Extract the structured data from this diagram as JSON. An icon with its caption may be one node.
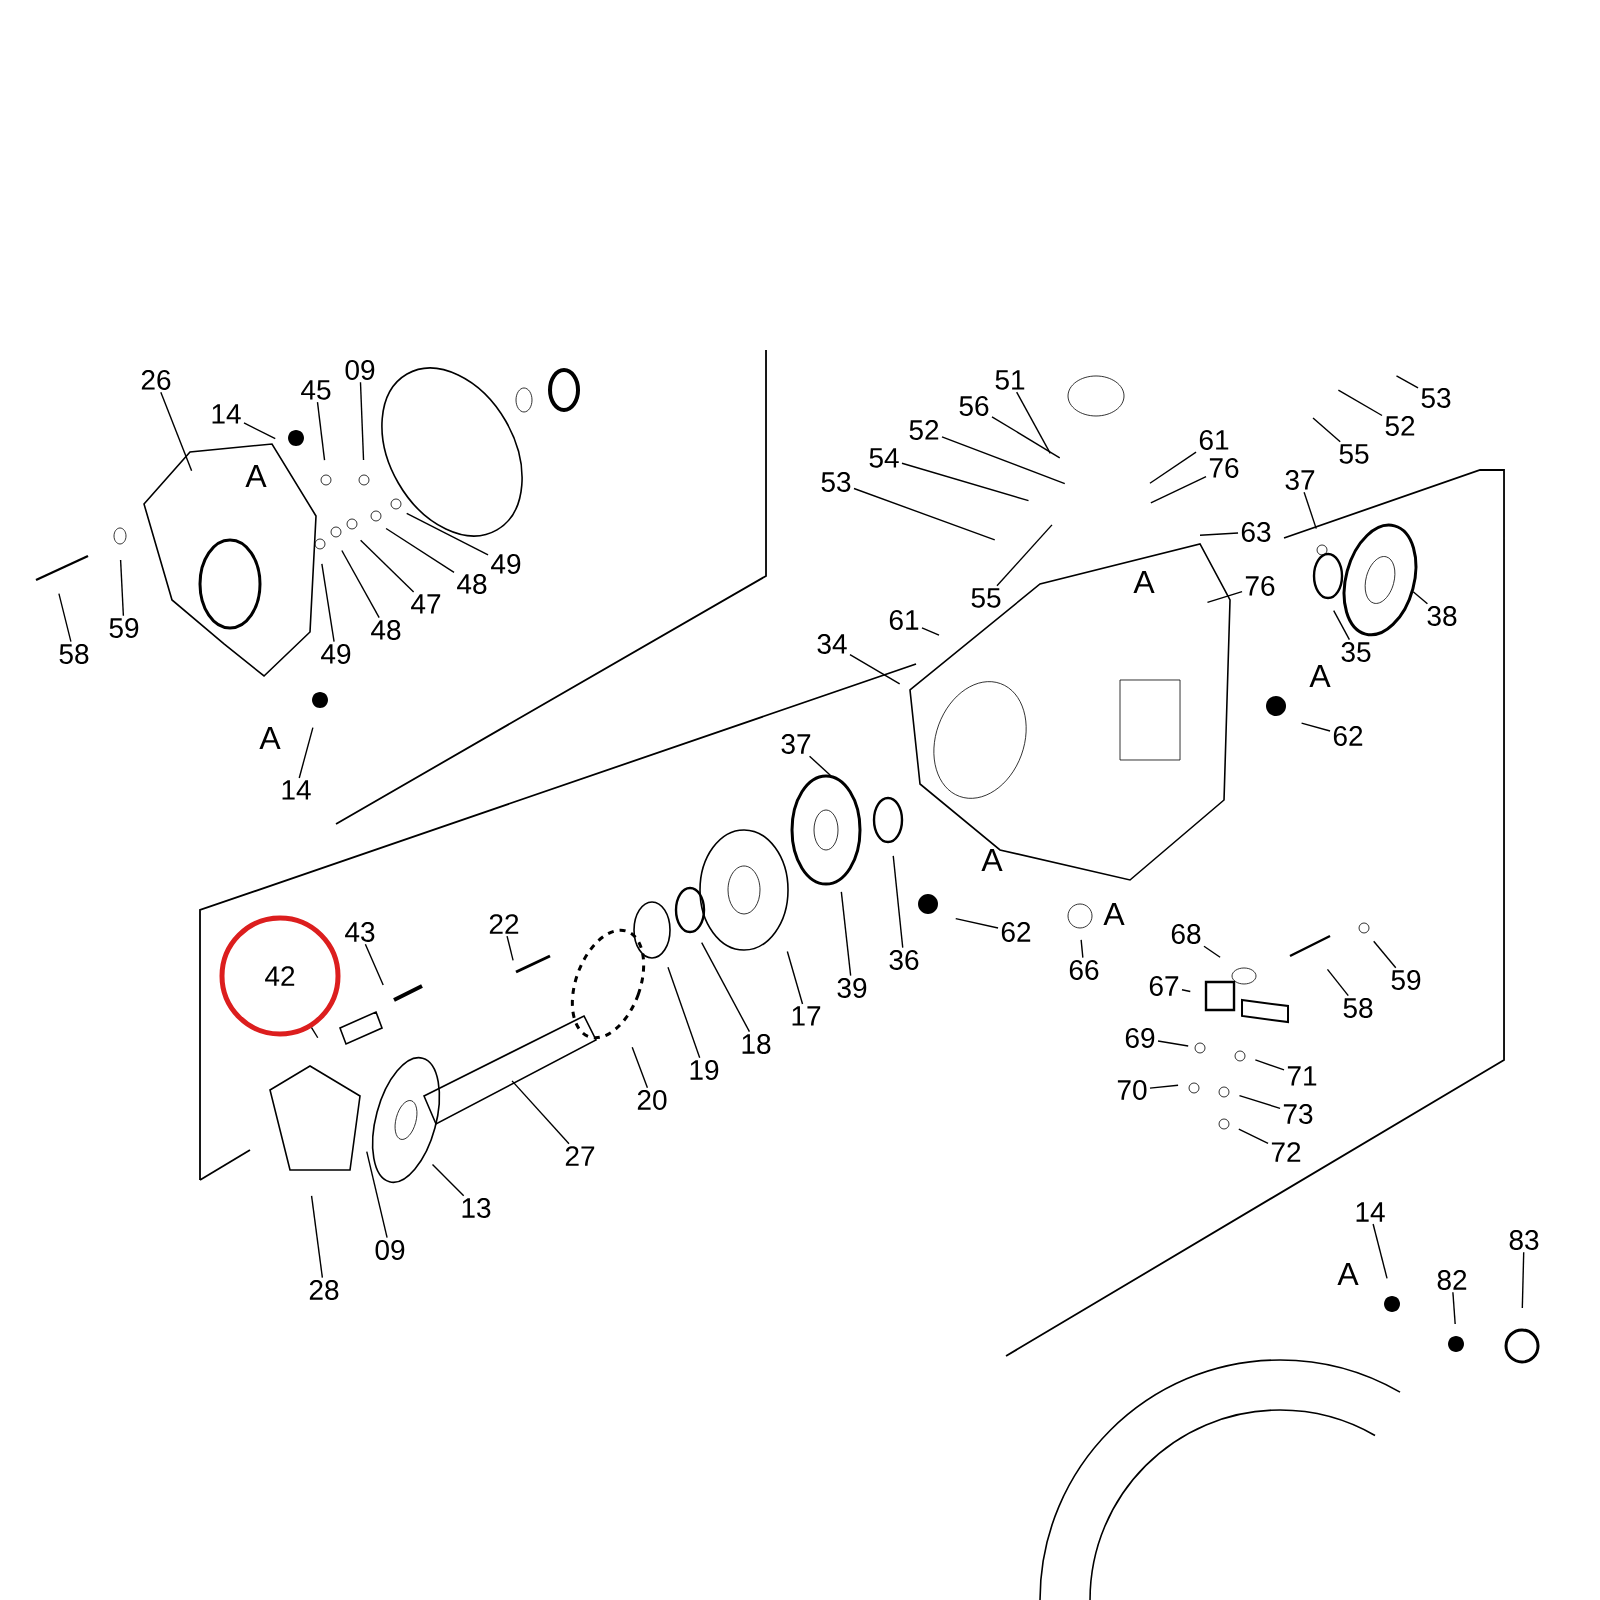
{
  "diagram": {
    "nodes": [
      {
        "text": [
          "26"
        ]
      },
      {
        "text": [
          "14"
        ]
      },
      {
        "text": [
          "45"
        ]
      },
      {
        "text": [
          "09"
        ]
      },
      {
        "text": [
          "58"
        ]
      },
      {
        "text": [
          "59"
        ]
      },
      {
        "text": [
          "49"
        ]
      },
      {
        "text": [
          "48"
        ]
      },
      {
        "text": [
          "47"
        ]
      },
      {
        "text": [
          "48"
        ]
      },
      {
        "text": [
          "49"
        ]
      },
      {
        "text": [
          "14"
        ]
      },
      {
        "text": [
          "53"
        ]
      },
      {
        "text": [
          "51"
        ]
      },
      {
        "text": [
          "56"
        ]
      },
      {
        "text": [
          "52"
        ]
      },
      {
        "text": [
          "52"
        ]
      },
      {
        "text": [
          "61"
        ]
      },
      {
        "text": [
          "55"
        ]
      },
      {
        "text": [
          "54"
        ]
      },
      {
        "text": [
          "53"
        ]
      },
      {
        "text": [
          "37"
        ]
      },
      {
        "text": [
          "76"
        ]
      },
      {
        "text": [
          "63"
        ]
      },
      {
        "text": [
          "55"
        ]
      },
      {
        "text": [
          "76"
        ]
      },
      {
        "text": [
          "38"
        ]
      },
      {
        "text": [
          "61"
        ]
      },
      {
        "text": [
          "34"
        ]
      },
      {
        "text": [
          "35"
        ]
      },
      {
        "text": [
          "62"
        ]
      },
      {
        "text": [
          "37"
        ]
      },
      {
        "text": [
          "22"
        ]
      },
      {
        "text": [
          "62"
        ]
      },
      {
        "text": [
          "68"
        ]
      },
      {
        "text": [
          "43"
        ]
      },
      {
        "text": [
          "39"
        ]
      },
      {
        "text": [
          "36"
        ]
      },
      {
        "text": [
          "66"
        ]
      },
      {
        "text": [
          "42"
        ]
      },
      {
        "text": [
          "67"
        ]
      },
      {
        "text": [
          "59"
        ]
      },
      {
        "text": [
          "58"
        ]
      },
      {
        "text": [
          "17"
        ]
      },
      {
        "text": [
          "69"
        ]
      },
      {
        "text": [
          "18"
        ]
      },
      {
        "text": [
          "19"
        ]
      },
      {
        "text": [
          "71"
        ]
      },
      {
        "text": [
          "70"
        ]
      },
      {
        "text": [
          "20"
        ]
      },
      {
        "text": [
          "73"
        ]
      },
      {
        "text": [
          "72"
        ]
      },
      {
        "text": [
          "27"
        ]
      },
      {
        "text": [
          "13"
        ]
      },
      {
        "text": [
          "14"
        ]
      },
      {
        "text": [
          "09"
        ]
      },
      {
        "text": [
          "83"
        ]
      },
      {
        "text": [
          "82"
        ]
      },
      {
        "text": [
          "28"
        ]
      }
    ],
    "edges": [
      {
        "from": 0,
        "to": null,
        "arrow": "none"
      },
      {
        "from": 1,
        "to": null,
        "arrow": "none"
      },
      {
        "from": 2,
        "to": null,
        "arrow": "none"
      },
      {
        "from": 3,
        "to": null,
        "arrow": "none"
      },
      {
        "from": 4,
        "to": null,
        "arrow": "none"
      },
      {
        "from": 5,
        "to": null,
        "arrow": "none"
      },
      {
        "from": 6,
        "to": null,
        "arrow": "none"
      },
      {
        "from": 7,
        "to": null,
        "arrow": "none"
      },
      {
        "from": 8,
        "to": null,
        "arrow": "none"
      },
      {
        "from": 9,
        "to": null,
        "arrow": "none"
      },
      {
        "from": 10,
        "to": null,
        "arrow": "none"
      },
      {
        "from": 11,
        "to": null,
        "arrow": "none"
      },
      {
        "from": 12,
        "to": null,
        "arrow": "none"
      },
      {
        "from": 13,
        "to": null,
        "arrow": "none"
      },
      {
        "from": 14,
        "to": null,
        "arrow": "none"
      },
      {
        "from": 15,
        "to": null,
        "arrow": "none"
      },
      {
        "from": 16,
        "to": null,
        "arrow": "none"
      },
      {
        "from": 17,
        "to": null,
        "arrow": "none"
      },
      {
        "from": 18,
        "to": null,
        "arrow": "none"
      },
      {
        "from": 19,
        "to": null,
        "arrow": "none"
      },
      {
        "from": 20,
        "to": null,
        "arrow": "none"
      },
      {
        "from": 21,
        "to": null,
        "arrow": "none"
      },
      {
        "from": 22,
        "to": null,
        "arrow": "none"
      },
      {
        "from": 23,
        "to": null,
        "arrow": "none"
      },
      {
        "from": 24,
        "to": null,
        "arrow": "none"
      },
      {
        "from": 25,
        "to": null,
        "arrow": "none"
      },
      {
        "from": 26,
        "to": null,
        "arrow": "none"
      },
      {
        "from": 27,
        "to": null,
        "arrow": "none"
      },
      {
        "from": 28,
        "to": null,
        "arrow": "none"
      },
      {
        "from": 29,
        "to": null,
        "arrow": "none"
      },
      {
        "from": 30,
        "to": null,
        "arrow": "none"
      },
      {
        "from": 31,
        "to": null,
        "arrow": "none"
      },
      {
        "from": 32,
        "to": null,
        "arrow": "none"
      },
      {
        "from": 33,
        "to": null,
        "arrow": "none"
      },
      {
        "from": 34,
        "to": null,
        "arrow": "none"
      },
      {
        "from": 35,
        "to": null,
        "arrow": "none"
      },
      {
        "from": 36,
        "to": null,
        "arrow": "none"
      },
      {
        "from": 37,
        "to": null,
        "arrow": "none"
      },
      {
        "from": 38,
        "to": null,
        "arrow": "none"
      },
      {
        "from": 39,
        "to": null,
        "arrow": "none"
      },
      {
        "from": 40,
        "to": null,
        "arrow": "none"
      },
      {
        "from": 41,
        "to": null,
        "arrow": "none"
      },
      {
        "from": 42,
        "to": null,
        "arrow": "none"
      },
      {
        "from": 43,
        "to": null,
        "arrow": "none"
      },
      {
        "from": 44,
        "to": null,
        "arrow": "none"
      },
      {
        "from": 45,
        "to": null,
        "arrow": "none"
      },
      {
        "from": 46,
        "to": null,
        "arrow": "none"
      },
      {
        "from": 47,
        "to": null,
        "arrow": "none"
      },
      {
        "from": 48,
        "to": null,
        "arrow": "none"
      },
      {
        "from": 49,
        "to": null,
        "arrow": "none"
      },
      {
        "from": 50,
        "to": null,
        "arrow": "none"
      },
      {
        "from": 51,
        "to": null,
        "arrow": "none"
      },
      {
        "from": 52,
        "to": null,
        "arrow": "none"
      },
      {
        "from": 53,
        "to": null,
        "arrow": "none"
      },
      {
        "from": 54,
        "to": null,
        "arrow": "none"
      },
      {
        "from": 55,
        "to": null,
        "arrow": "none"
      },
      {
        "from": 56,
        "to": null,
        "arrow": "none"
      },
      {
        "from": 57,
        "to": null,
        "arrow": "none"
      },
      {
        "from": 58,
        "to": null,
        "arrow": "none"
      }
    ],
    "labels": [
      "A",
      "A",
      "A",
      "A",
      "A",
      "A",
      "A"
    ]
  }
}
